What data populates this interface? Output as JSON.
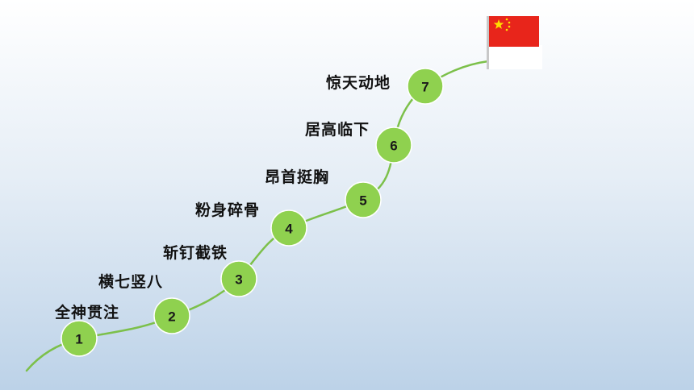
{
  "colors": {
    "path": "#7cc04a",
    "node": "#8fd14f",
    "flag_red": "#e8251b",
    "flag_star": "#ffde00",
    "flag_white": "#ffffff",
    "pole": "#c8c8c8"
  },
  "flag_icon": "china-flag-icon",
  "steps": [
    {
      "number": "1",
      "label": "全神贯注"
    },
    {
      "number": "2",
      "label": "横七竖八"
    },
    {
      "number": "3",
      "label": "斩钉截铁"
    },
    {
      "number": "4",
      "label": "粉身碎骨"
    },
    {
      "number": "5",
      "label": "昂首挺胸"
    },
    {
      "number": "6",
      "label": "居高临下"
    },
    {
      "number": "7",
      "label": "惊天动地"
    }
  ]
}
